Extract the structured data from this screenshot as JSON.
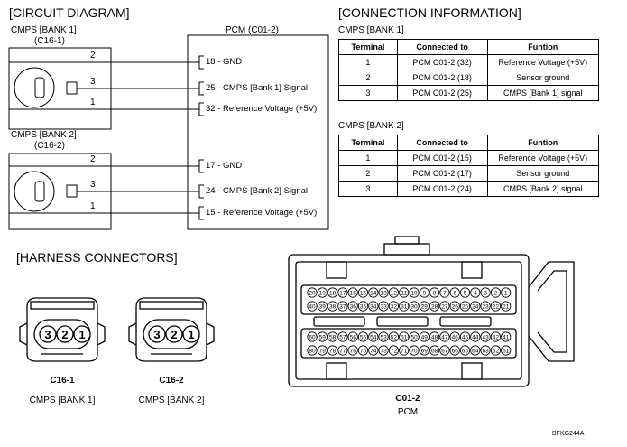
{
  "titles": {
    "circuit": "[CIRCUIT DIAGRAM]",
    "connection": "[CONNECTION INFORMATION]",
    "harness": "[HARNESS CONNECTORS]"
  },
  "circuit": {
    "pcm_label": "PCM (C01-2)",
    "bank1": {
      "name": "CMPS [BANK 1]",
      "connector": "(C16-1)",
      "wire_numbers": [
        "2",
        "3",
        "1"
      ],
      "pins": [
        "18 - GND",
        "25 -  CMPS [Bank 1] Signal",
        "32 - Reference Voltage (+5V)"
      ]
    },
    "bank2": {
      "name": "CMPS [BANK 2]",
      "connector": "(C16-2)",
      "wire_numbers": [
        "2",
        "3",
        "1"
      ],
      "pins": [
        "17 - GND",
        "24 -  CMPS [Bank 2] Signal",
        "15 - Reference Voltage (+5V)"
      ]
    }
  },
  "connection": {
    "headers": [
      "Terminal",
      "Connected to",
      "Funtion"
    ],
    "bank1": {
      "label": "CMPS [BANK 1]",
      "rows": [
        [
          "1",
          "PCM C01-2 (32)",
          "Reference Voltage (+5V)"
        ],
        [
          "2",
          "PCM C01-2 (18)",
          "Sensor ground"
        ],
        [
          "3",
          "PCM C01-2 (25)",
          "CMPS [Bank 1] signal"
        ]
      ]
    },
    "bank2": {
      "label": "CMPS [BANK 2]",
      "rows": [
        [
          "1",
          "PCM C01-2 (15)",
          "Reference Voltage (+5V)"
        ],
        [
          "2",
          "PCM C01-2 (17)",
          "Sensor ground"
        ],
        [
          "3",
          "PCM C01-2 (24)",
          "CMPS [Bank 2] signal"
        ]
      ]
    }
  },
  "harness": {
    "c16_1": {
      "code": "C16-1",
      "name": "CMPS [BANK 1]",
      "pins": [
        "3",
        "2",
        "1"
      ]
    },
    "c16_2": {
      "code": "C16-2",
      "name": "CMPS [BANK 2]",
      "pins": [
        "3",
        "2",
        "1"
      ]
    },
    "pcm": {
      "code": "C01-2",
      "name": "PCM",
      "row1": [
        "20",
        "19",
        "18",
        "17",
        "16",
        "15",
        "14",
        "13",
        "12",
        "11",
        "10",
        "9",
        "8",
        "7",
        "6",
        "5",
        "4",
        "3",
        "2",
        "1"
      ],
      "row2": [
        "40",
        "39",
        "38",
        "37",
        "36",
        "35",
        "34",
        "33",
        "32",
        "31",
        "30",
        "29",
        "28",
        "27",
        "26",
        "25",
        "24",
        "23",
        "22",
        "21"
      ],
      "row3": [
        "60",
        "59",
        "58",
        "57",
        "56",
        "55",
        "54",
        "53",
        "52",
        "51",
        "50",
        "49",
        "48",
        "47",
        "46",
        "45",
        "44",
        "43",
        "42",
        "41"
      ],
      "row4": [
        "80",
        "79",
        "78",
        "77",
        "76",
        "75",
        "74",
        "73",
        "72",
        "71",
        "70",
        "69",
        "68",
        "67",
        "66",
        "65",
        "64",
        "63",
        "62",
        "61"
      ]
    }
  },
  "figure_code": "BFKG244A"
}
